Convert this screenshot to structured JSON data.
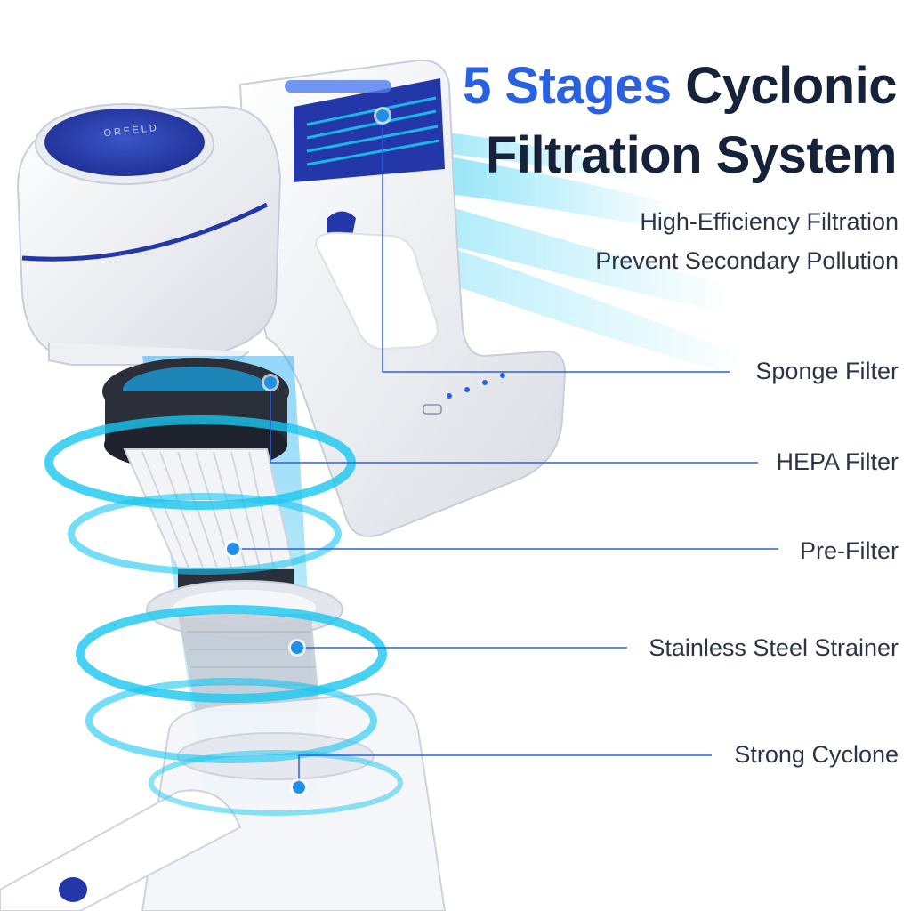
{
  "headline": {
    "line1_accent": "5 Stages",
    "line1_rest": " Cyclonic",
    "line2": "Filtration System"
  },
  "subtitles": [
    "High-Efficiency Filtration",
    "Prevent Secondary Pollution"
  ],
  "brand_mark": "ORFELD",
  "callouts": [
    {
      "label": "Sponge Filter"
    },
    {
      "label": "HEPA Filter"
    },
    {
      "label": "Pre-Filter"
    },
    {
      "label": "Stainless Steel Strainer"
    },
    {
      "label": "Strong Cyclone"
    }
  ],
  "colors": {
    "accent": "#2a61e0",
    "headline": "#16213a",
    "body_text": "#2c3445",
    "vacuum_blue": "#2437a8",
    "airflow": "#19c7f0"
  },
  "icons": [
    "vacuum-illustration",
    "airflow-swirl-icon",
    "callout-dot-icon"
  ]
}
